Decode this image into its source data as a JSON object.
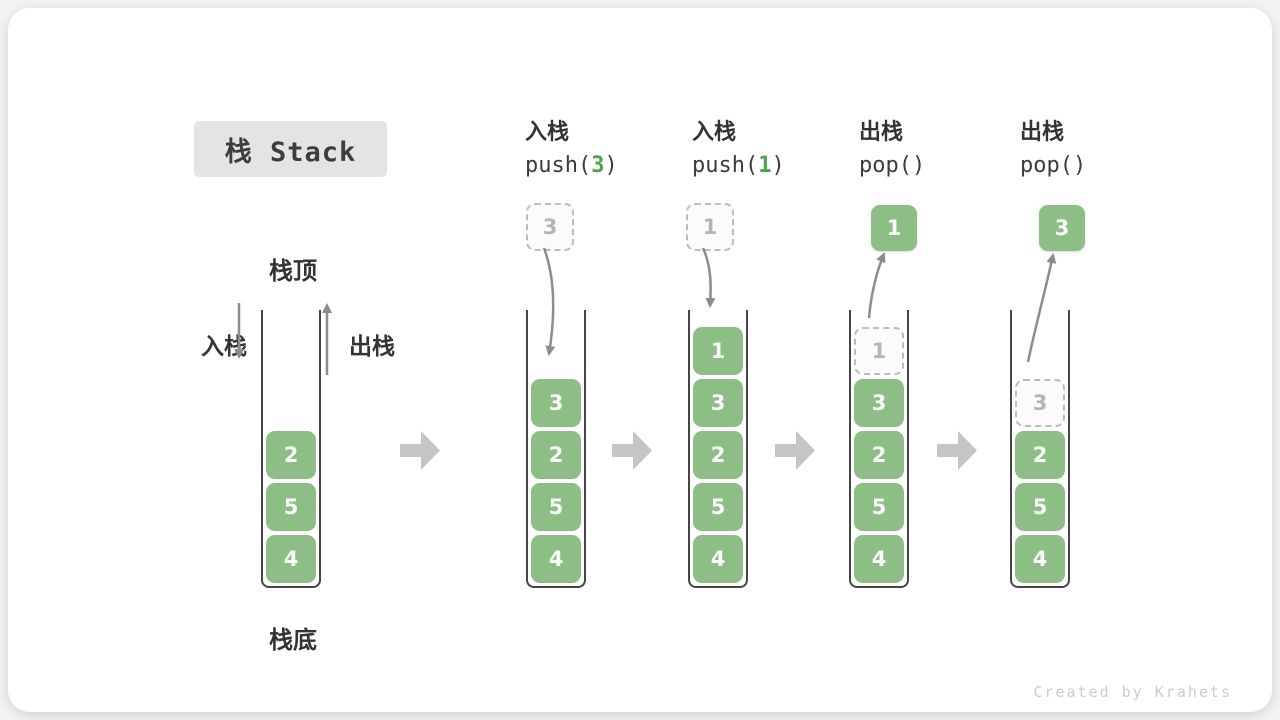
{
  "title": "栈 Stack",
  "legend": {
    "stack_top": "栈顶",
    "stack_bottom": "栈底",
    "push_label": "入栈",
    "pop_label": "出栈"
  },
  "initial_stack": {
    "cells": [
      {
        "v": "2"
      },
      {
        "v": "5"
      },
      {
        "v": "4"
      }
    ]
  },
  "steps": [
    {
      "op": "入栈",
      "code_pre": "push(",
      "arg": "3",
      "code_post": ")",
      "float_value": "3",
      "float_style": "dashed",
      "cells": [
        {
          "v": "3"
        },
        {
          "v": "2"
        },
        {
          "v": "5"
        },
        {
          "v": "4"
        }
      ]
    },
    {
      "op": "入栈",
      "code_pre": "push(",
      "arg": "1",
      "code_post": ")",
      "float_value": "1",
      "float_style": "dashed",
      "cells": [
        {
          "v": "1"
        },
        {
          "v": "3"
        },
        {
          "v": "2"
        },
        {
          "v": "5"
        },
        {
          "v": "4"
        }
      ]
    },
    {
      "op": "出栈",
      "code_pre": "pop(",
      "arg": "",
      "code_post": ")",
      "float_value": "1",
      "float_style": "solid",
      "cells": [
        {
          "v": "1",
          "ghost": true
        },
        {
          "v": "3"
        },
        {
          "v": "2"
        },
        {
          "v": "5"
        },
        {
          "v": "4"
        }
      ]
    },
    {
      "op": "出栈",
      "code_pre": "pop(",
      "arg": "",
      "code_post": ")",
      "float_value": "3",
      "float_style": "solid",
      "cells": [
        {
          "v": "3",
          "ghost": true
        },
        {
          "v": "2"
        },
        {
          "v": "5"
        },
        {
          "v": "4"
        }
      ]
    }
  ],
  "footer": "Created by Krahets",
  "colors": {
    "cell_green": "#8cbe86",
    "arg_green": "#4ea24e",
    "arrow_gray": "#8c8c8c",
    "block_arrow_gray": "#c5c5c5",
    "title_box_bg": "#e4e4e4",
    "ghost_border": "#bcbcbc"
  }
}
